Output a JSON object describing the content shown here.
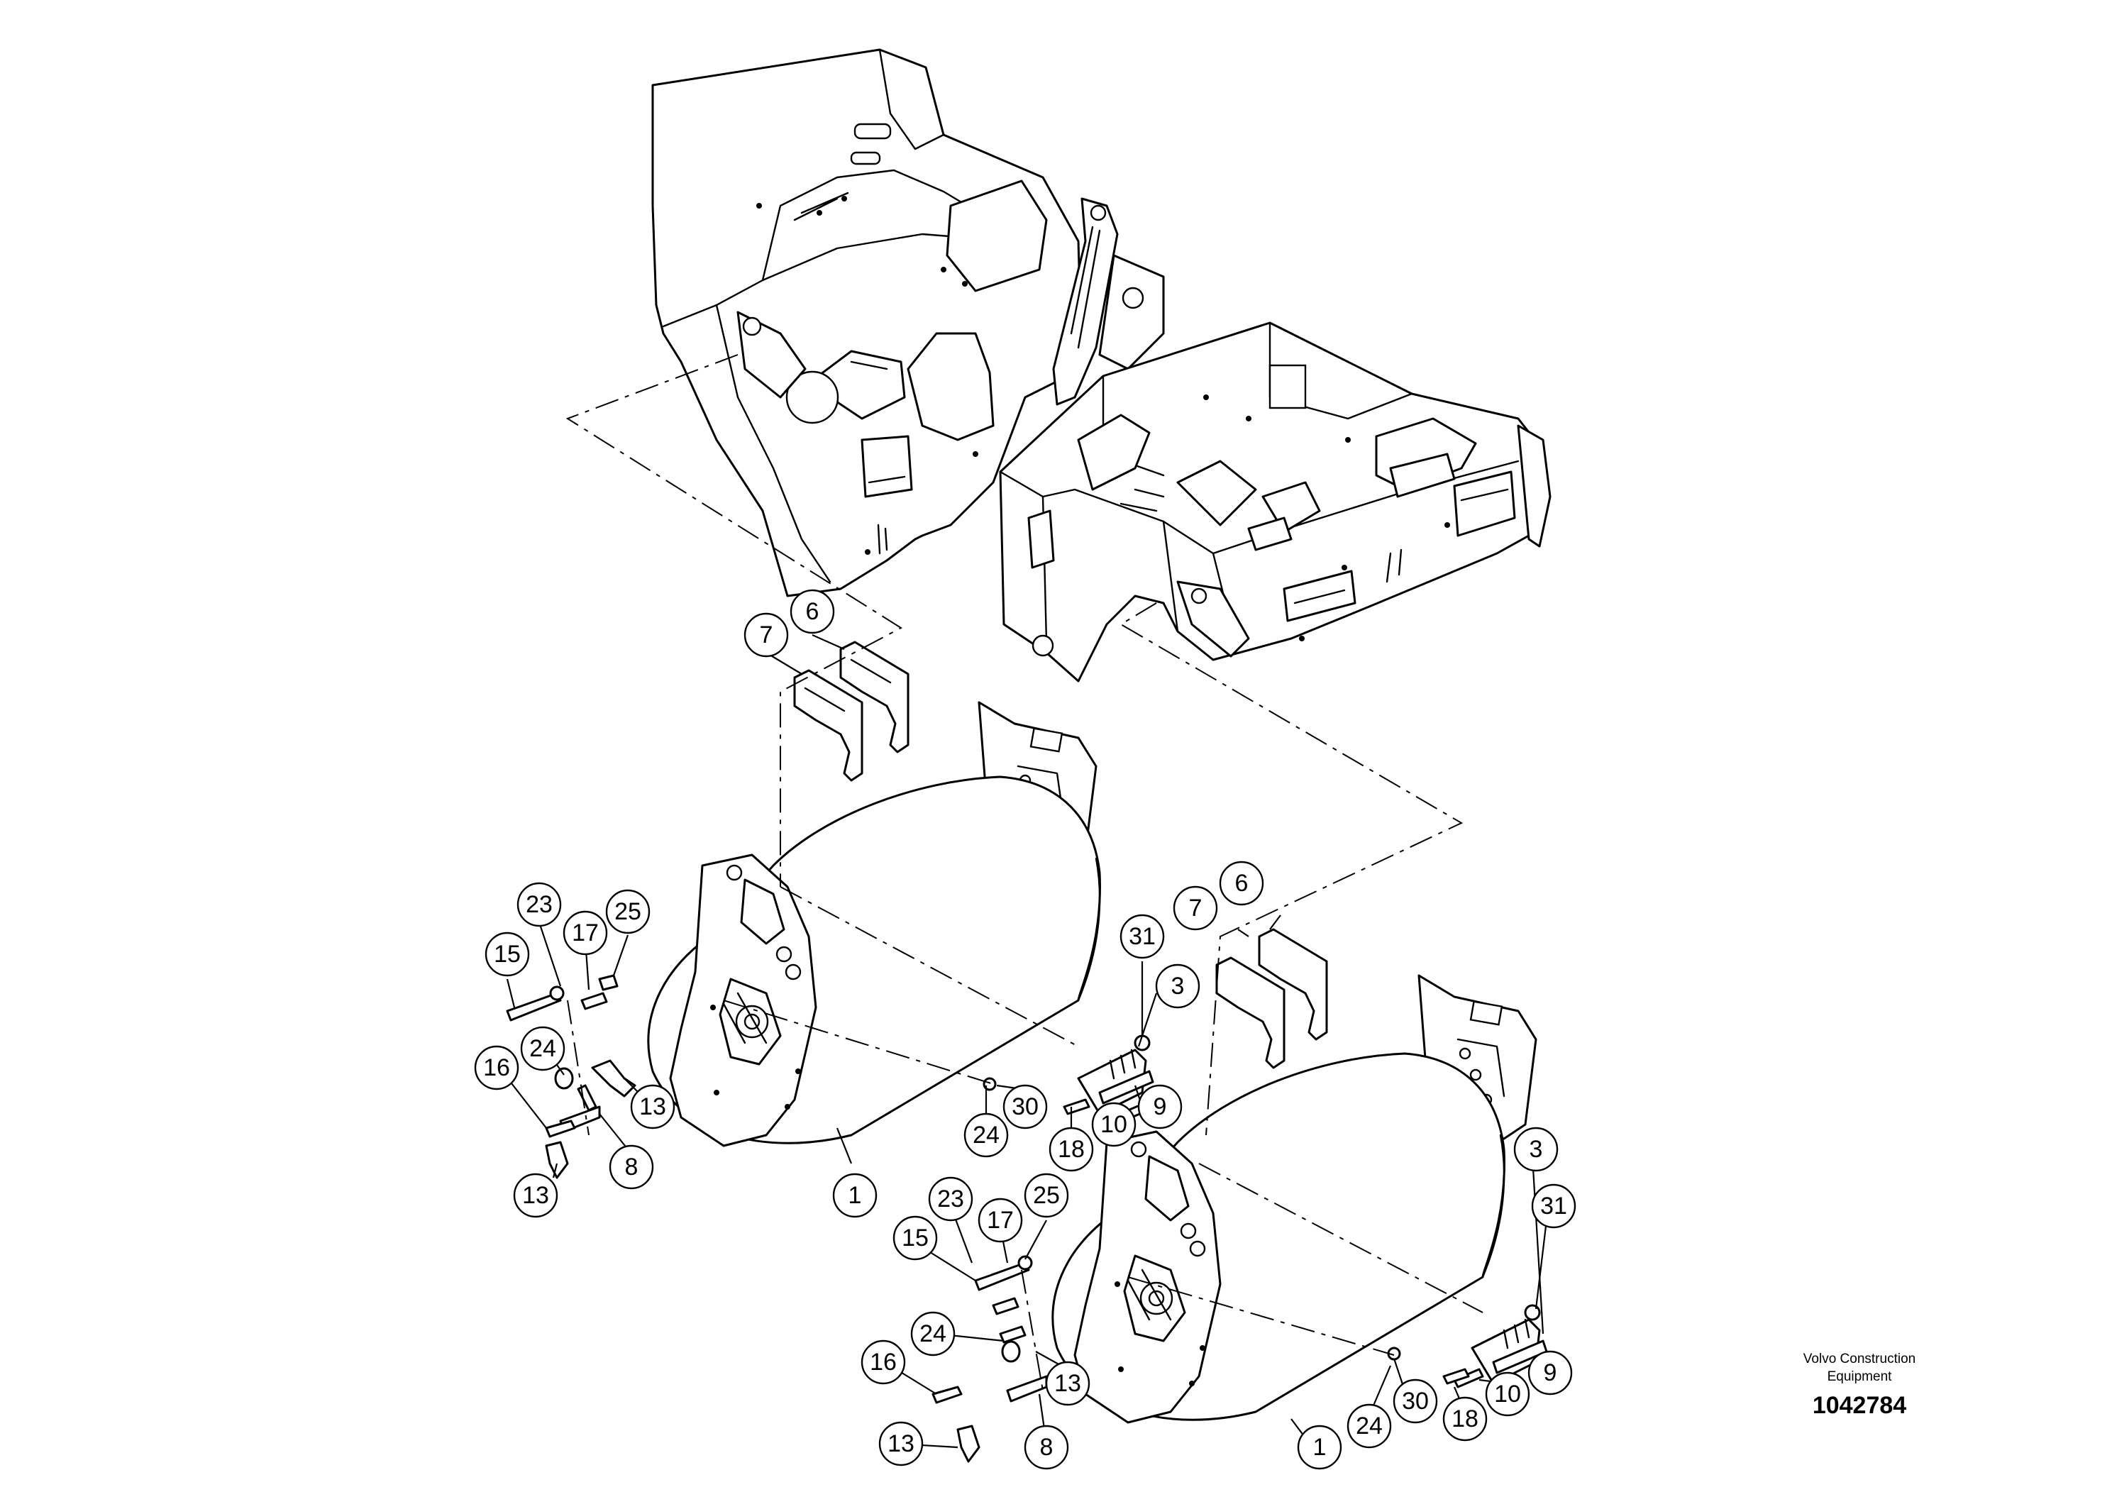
{
  "brand": {
    "line1": "Volvo Construction",
    "line2": "Equipment"
  },
  "figure_number": "1042784",
  "callouts": {
    "c1": "7",
    "c2": "6",
    "c3": "23",
    "c4": "17",
    "c5": "25",
    "c6": "15",
    "c7": "31",
    "c8": "3",
    "c9": "7",
    "c10": "6",
    "c11": "16",
    "c12": "24",
    "c13": "13",
    "c14": "24",
    "c15": "30",
    "c16": "9",
    "c17": "18",
    "c18": "10",
    "c19": "8",
    "c20": "13",
    "c21": "1",
    "c22": "23",
    "c23": "17",
    "c24": "25",
    "c25": "15",
    "c26": "3",
    "c27": "31",
    "c28": "24",
    "c29": "16",
    "c30": "13",
    "c31": "9",
    "c32": "30",
    "c33": "10",
    "c34": "24",
    "c35": "18",
    "c36": "13",
    "c37": "8",
    "c38": "1"
  }
}
